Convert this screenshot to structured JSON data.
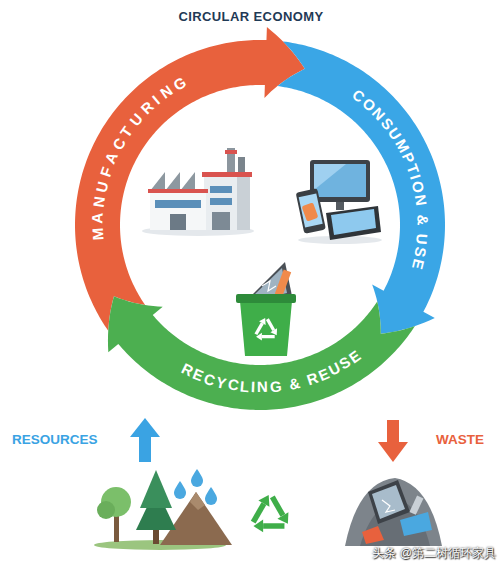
{
  "diagram": {
    "title": "CIRCULAR ECONOMY",
    "nodes": [
      {
        "text": [
          "MANUFACTURING"
        ]
      },
      {
        "text": [
          "CONSUMPTION & USE"
        ]
      },
      {
        "text": [
          "RECYCLING & REUSE"
        ]
      }
    ],
    "labels": [
      "RESOURCES",
      "WASTE",
      "头条 @第二树循环家具"
    ]
  }
}
